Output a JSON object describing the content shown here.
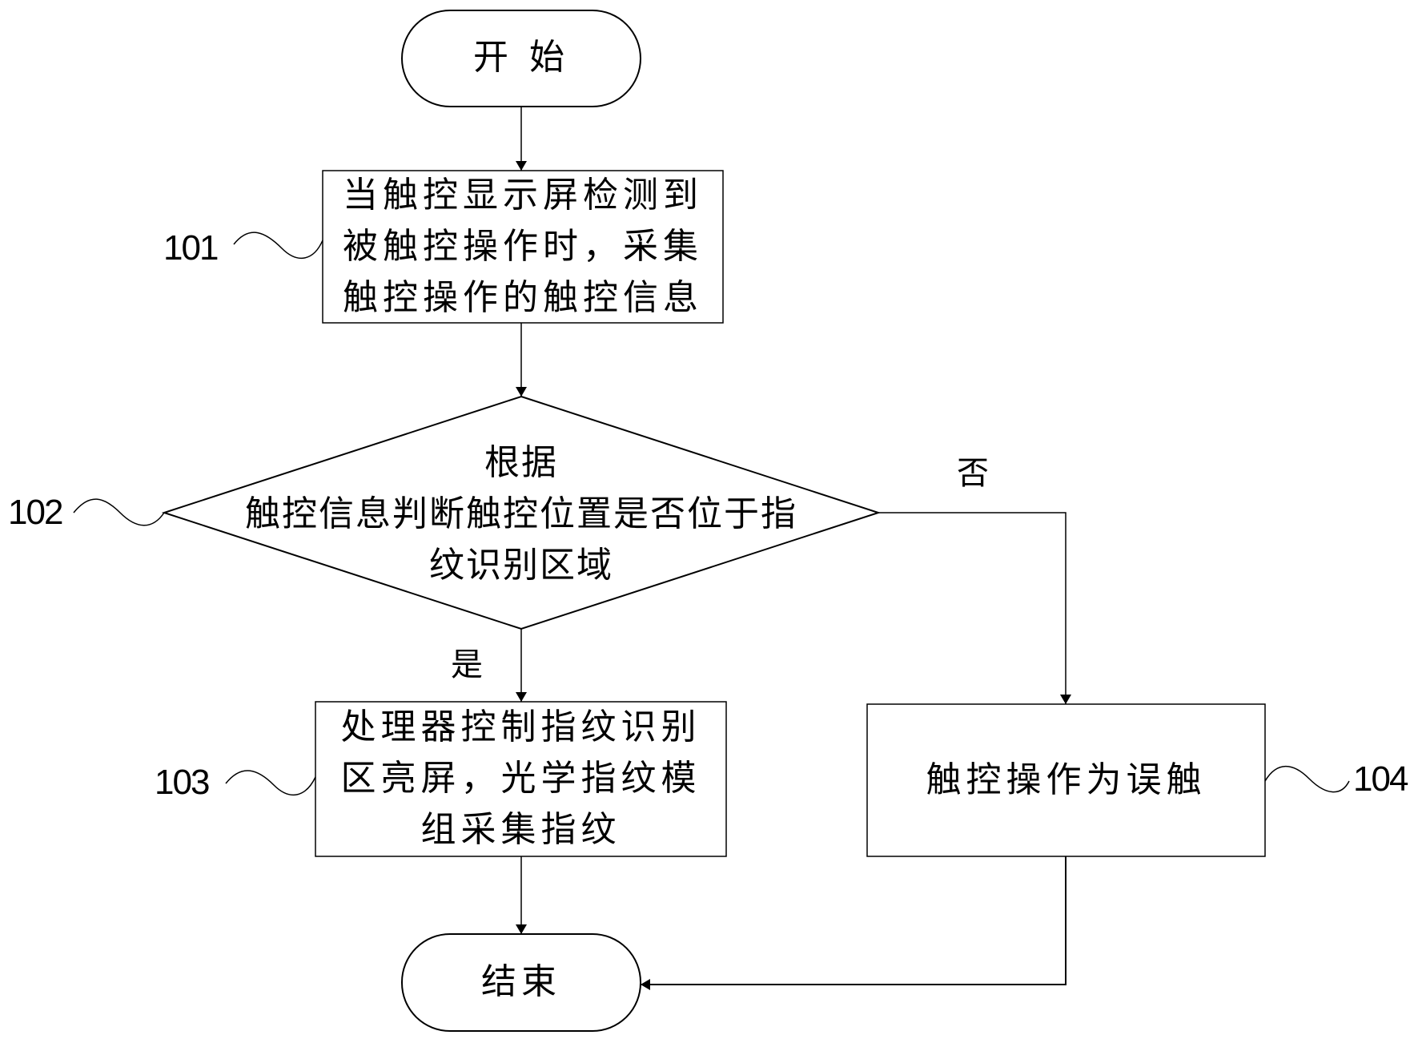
{
  "nodes": {
    "start": {
      "text": "开 始"
    },
    "step101": {
      "id": "101",
      "lines": [
        "当触控显示屏检测到",
        "被触控操作时，采集",
        "触控操作的触控信息"
      ]
    },
    "step102": {
      "id": "102",
      "lines": [
        "根据",
        "触控信息判断触控位置是否位于指",
        "纹识别区域"
      ]
    },
    "step103": {
      "id": "103",
      "lines": [
        "处理器控制指纹识别",
        "区亮屏，光学指纹模",
        "组采集指纹"
      ]
    },
    "step104": {
      "id": "104",
      "lines": [
        "触控操作为误触"
      ]
    },
    "end": {
      "text": "结束"
    }
  },
  "branches": {
    "yes": "是",
    "no": "否"
  }
}
